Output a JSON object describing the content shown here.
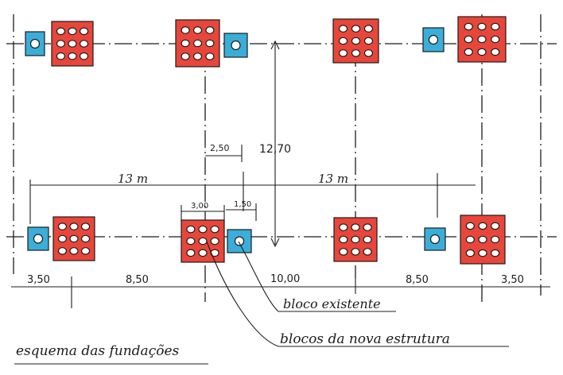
{
  "colors": {
    "paper": "#ffffff",
    "ink": "#1c1c1c",
    "new_block": "#e8463a",
    "existing_block": "#3aaed8",
    "pile_hole": "#ffffff"
  },
  "title": "esquema das fundações",
  "labels": {
    "existing": "bloco existente",
    "new": "blocos da nova estrutura"
  },
  "dimensions": {
    "span_left": "13 m",
    "span_right": "13 m",
    "vertical": "12,70",
    "offset_top": "2,50",
    "block_width": "3,00",
    "block_gap": "1,50",
    "bottom": [
      "3,50",
      "8,50",
      "10,00",
      "8,50",
      "3,50"
    ]
  },
  "legend_icons": [
    "new-block-icon",
    "existing-block-icon",
    "pile-hole-icon"
  ]
}
